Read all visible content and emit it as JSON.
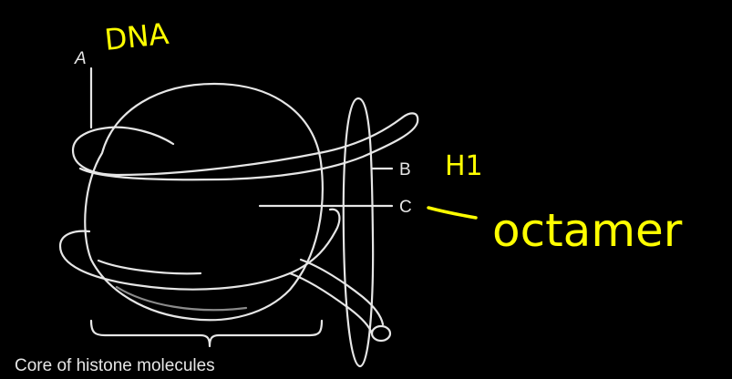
{
  "labels": {
    "a": "A",
    "b": "B",
    "c": "C",
    "core": "Core of histone molecules"
  },
  "annotations": {
    "a": "DNA",
    "b": "H1",
    "c": "octamer"
  },
  "colors": {
    "background": "#000000",
    "line_art": "#e6e6e6",
    "annotation": "#ffff00"
  }
}
